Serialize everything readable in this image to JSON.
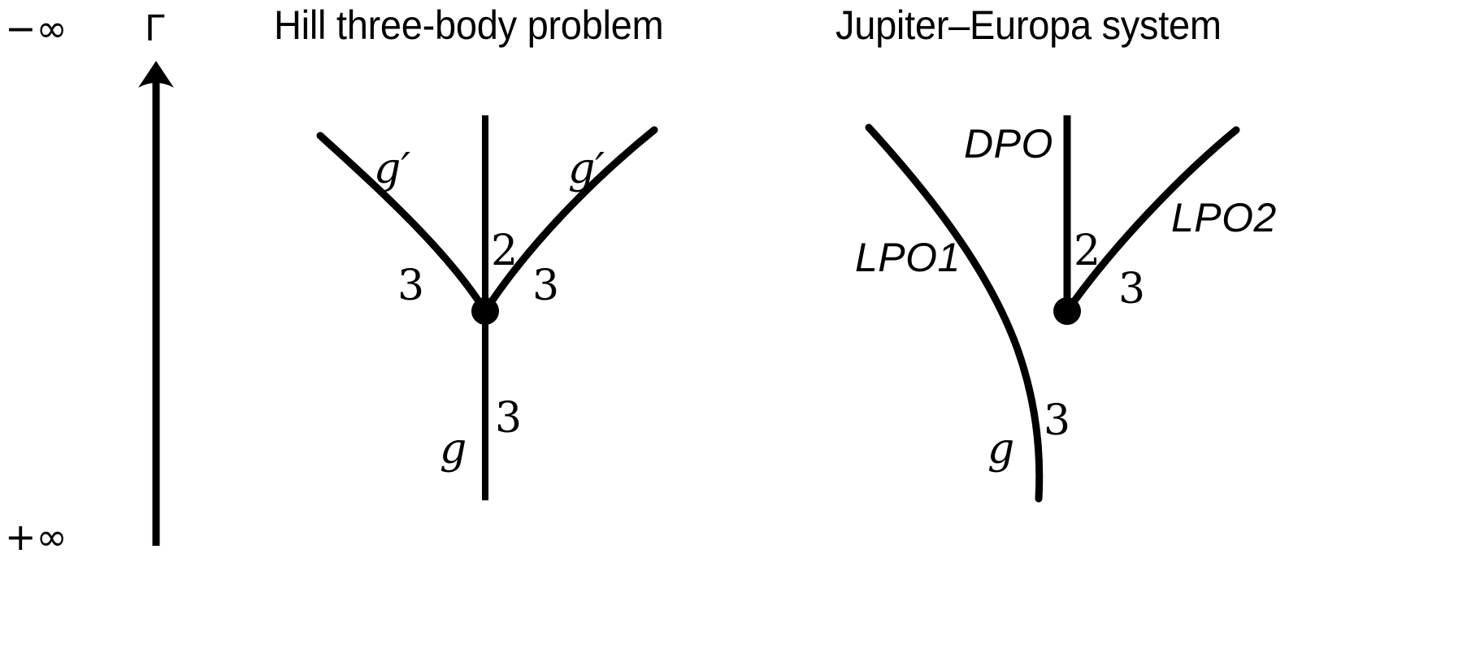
{
  "figure": {
    "type": "bifurcation-diagram",
    "background": "#ffffff",
    "stroke_color": "#000000"
  },
  "axis": {
    "name": "continuation-parameter-axis",
    "symbol": "Γ",
    "top_label": "−∞",
    "bottom_label": "+∞",
    "direction": "up",
    "arrow": "up-arrow-icon"
  },
  "panels": [
    {
      "id": "hill",
      "title": "Hill three-body problem",
      "vertex_label": "bifurcation-point",
      "branches": [
        {
          "name": "left-upper-branch",
          "label": "g′",
          "multiplicity": "3"
        },
        {
          "name": "center-upper-branch",
          "label": "",
          "multiplicity": "2"
        },
        {
          "name": "right-upper-branch",
          "label": "g′",
          "multiplicity": "3"
        },
        {
          "name": "lower-branch",
          "label": "g",
          "multiplicity": "3"
        }
      ]
    },
    {
      "id": "jupiter-europa",
      "title": "Jupiter–Europa system",
      "vertex_label": "bifurcation-point",
      "branches": [
        {
          "name": "left-upper-branch",
          "label": "LPO1",
          "multiplicity": ""
        },
        {
          "name": "center-upper-branch",
          "label": "DPO",
          "multiplicity": "2"
        },
        {
          "name": "right-upper-branch",
          "label": "LPO2",
          "multiplicity": "3"
        },
        {
          "name": "lower-branch",
          "label": "g",
          "multiplicity": "3"
        }
      ]
    }
  ]
}
